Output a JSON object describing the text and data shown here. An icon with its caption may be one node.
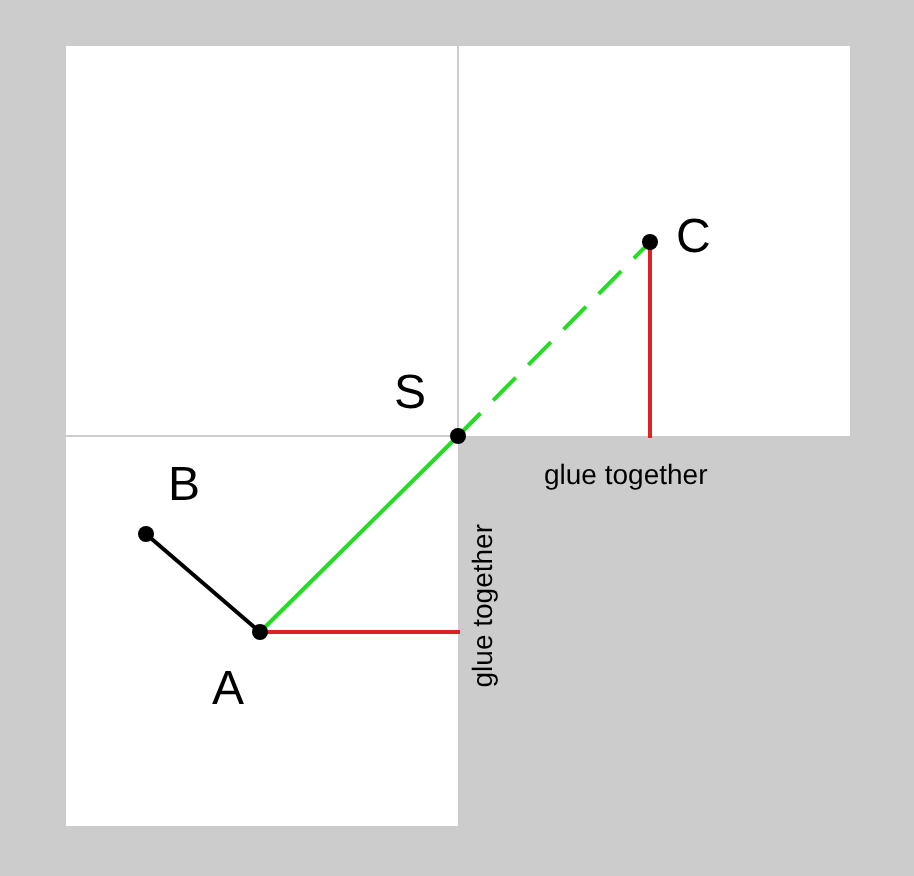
{
  "diagram": {
    "nodes": [
      {
        "text": [
          "B"
        ]
      },
      {
        "text": [
          "A"
        ]
      },
      {
        "text": [
          "S"
        ]
      },
      {
        "text": [
          "C"
        ]
      },
      {
        "text": [
          "glue together"
        ]
      },
      {
        "text": [
          "glue together"
        ]
      }
    ],
    "edges": [
      {
        "from": 0,
        "to": 1,
        "arrow": "none",
        "color": "#000000"
      },
      {
        "from": 1,
        "to": 2,
        "arrow": "none",
        "color": "#22dd22"
      },
      {
        "from": 2,
        "to": 3,
        "arrow": "none",
        "style": "dashed",
        "color": "#22dd22"
      },
      {
        "from": 1,
        "to": 5,
        "arrow": "none",
        "color": "#dd2222"
      },
      {
        "from": 3,
        "to": 4,
        "arrow": "none",
        "color": "#dd2222"
      }
    ]
  }
}
